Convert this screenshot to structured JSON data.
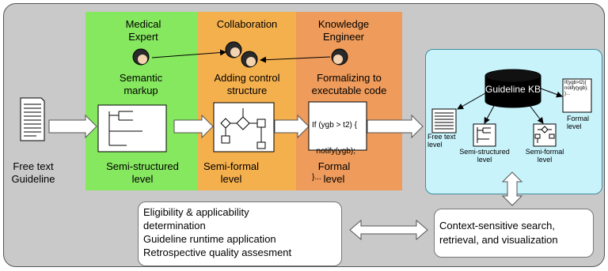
{
  "colors": {
    "background": "#c9c9c9",
    "semi_structured_band": "#86e85f",
    "semi_formal_band": "#f5b04e",
    "formal_band": "#ee9b5b",
    "kb_panel": "#c8f3fb"
  },
  "roles": {
    "medical_expert": [
      "Medical",
      "Expert"
    ],
    "collaboration": "Collaboration",
    "knowledge_engineer": [
      "Knowledge",
      "Engineer"
    ]
  },
  "activities": {
    "semantic_markup": [
      "Semantic",
      "markup"
    ],
    "adding_control": [
      "Adding control",
      "structure"
    ],
    "formalizing": [
      "Formalizing to",
      "executable code"
    ]
  },
  "code_snippet": [
    "If (ygb > t2) {",
    "  notify(ygb);",
    "}..."
  ],
  "levels": {
    "free_text": [
      "Free text",
      "Guideline"
    ],
    "semi_structured": [
      "Semi-structured",
      "level"
    ],
    "semi_formal": [
      "Semi-formal",
      "level"
    ],
    "formal": [
      "Formal",
      "level"
    ]
  },
  "kb": {
    "title": "Guideline KB",
    "free_text_level": [
      "Free text",
      "level"
    ],
    "semi_structured_level": [
      "Semi-structured",
      "level"
    ],
    "semi_formal_level": [
      "Semi-formal",
      "level"
    ],
    "formal_level": [
      "Formal",
      "level"
    ],
    "formal_snippet": [
      "If(ygb>t2){",
      "notify(ygb);",
      "}..."
    ]
  },
  "tasks": [
    "Eligibility & applicability",
    "determination",
    "Guideline runtime application",
    "Retrospective quality assesment"
  ],
  "search": [
    "Context-sensitive search,",
    "retrieval, and visualization"
  ],
  "icons": [
    "person-icon",
    "document-icon",
    "tree-structure-icon",
    "flowchart-icon",
    "cylinder-database-icon",
    "block-arrow-icon",
    "double-arrow-icon"
  ]
}
